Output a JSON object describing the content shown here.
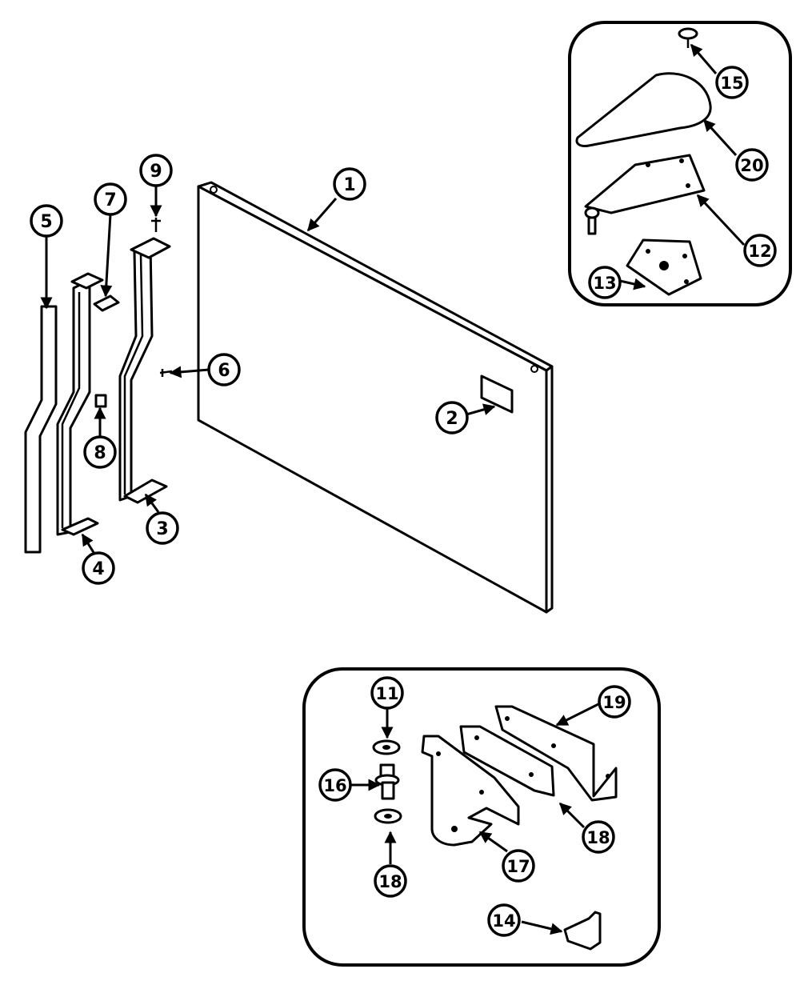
{
  "callouts": {
    "c1": "1",
    "c2": "2",
    "c3": "3",
    "c4": "4",
    "c5": "5",
    "c6": "6",
    "c7": "7",
    "c8": "8",
    "c9": "9",
    "c11": "11",
    "c12": "12",
    "c13": "13",
    "c14": "14",
    "c15": "15",
    "c16": "16",
    "c17": "17",
    "c18": "18",
    "c19": "19",
    "c18b": "18",
    "c20": "20"
  }
}
